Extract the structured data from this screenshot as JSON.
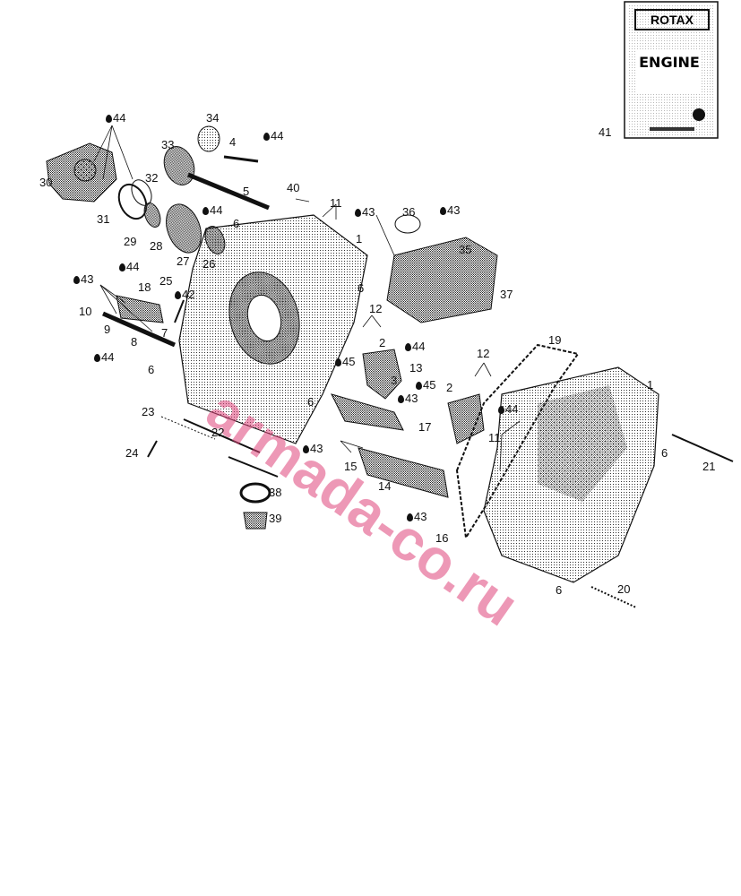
{
  "manual": {
    "brand": "ROTAX",
    "title": "ENGINE"
  },
  "watermark": "armada-co.ru",
  "callouts": [
    {
      "id": "c44a",
      "text": "44",
      "drop": true
    },
    {
      "id": "c34",
      "text": "34",
      "drop": false
    },
    {
      "id": "c33",
      "text": "33",
      "drop": false
    },
    {
      "id": "c4",
      "text": "4",
      "drop": false
    },
    {
      "id": "c44b",
      "text": "44",
      "drop": true
    },
    {
      "id": "c30",
      "text": "30",
      "drop": false
    },
    {
      "id": "c32",
      "text": "32",
      "drop": false
    },
    {
      "id": "c5",
      "text": "5",
      "drop": false
    },
    {
      "id": "c40",
      "text": "40",
      "drop": false
    },
    {
      "id": "c11a",
      "text": "11",
      "drop": false
    },
    {
      "id": "c31",
      "text": "31",
      "drop": false
    },
    {
      "id": "c44c",
      "text": "44",
      "drop": true
    },
    {
      "id": "c6a",
      "text": "6",
      "drop": false
    },
    {
      "id": "c43a",
      "text": "43",
      "drop": true
    },
    {
      "id": "c36",
      "text": "36",
      "drop": false
    },
    {
      "id": "c43b",
      "text": "43",
      "drop": true
    },
    {
      "id": "c29",
      "text": "29",
      "drop": false
    },
    {
      "id": "c28",
      "text": "28",
      "drop": false
    },
    {
      "id": "c1a",
      "text": "1",
      "drop": false
    },
    {
      "id": "c35",
      "text": "35",
      "drop": false
    },
    {
      "id": "c27",
      "text": "27",
      "drop": false
    },
    {
      "id": "c26",
      "text": "26",
      "drop": false
    },
    {
      "id": "c44d",
      "text": "44",
      "drop": true
    },
    {
      "id": "c43c",
      "text": "43",
      "drop": true
    },
    {
      "id": "c25",
      "text": "25",
      "drop": false
    },
    {
      "id": "c18",
      "text": "18",
      "drop": false
    },
    {
      "id": "c42",
      "text": "42",
      "drop": true
    },
    {
      "id": "c6b",
      "text": "6",
      "drop": false
    },
    {
      "id": "c37",
      "text": "37",
      "drop": false
    },
    {
      "id": "c10",
      "text": "10",
      "drop": false
    },
    {
      "id": "c12a",
      "text": "12",
      "drop": false
    },
    {
      "id": "c9",
      "text": "9",
      "drop": false
    },
    {
      "id": "c7",
      "text": "7",
      "drop": false
    },
    {
      "id": "c8",
      "text": "8",
      "drop": false
    },
    {
      "id": "c2a",
      "text": "2",
      "drop": false
    },
    {
      "id": "c44e",
      "text": "44",
      "drop": true
    },
    {
      "id": "c19",
      "text": "19",
      "drop": false
    },
    {
      "id": "c44f",
      "text": "44",
      "drop": true
    },
    {
      "id": "c45a",
      "text": "45",
      "drop": true
    },
    {
      "id": "c6c",
      "text": "6",
      "drop": false
    },
    {
      "id": "c12b",
      "text": "12",
      "drop": false
    },
    {
      "id": "c13",
      "text": "13",
      "drop": false
    },
    {
      "id": "c3",
      "text": "3",
      "drop": false
    },
    {
      "id": "c45b",
      "text": "45",
      "drop": true
    },
    {
      "id": "c2b",
      "text": "2",
      "drop": false
    },
    {
      "id": "c1b",
      "text": "1",
      "drop": false
    },
    {
      "id": "c43d",
      "text": "43",
      "drop": true
    },
    {
      "id": "c44g",
      "text": "44",
      "drop": true
    },
    {
      "id": "c23",
      "text": "23",
      "drop": false
    },
    {
      "id": "c6d",
      "text": "6",
      "drop": false
    },
    {
      "id": "c17",
      "text": "17",
      "drop": false
    },
    {
      "id": "c22",
      "text": "22",
      "drop": false
    },
    {
      "id": "c11b",
      "text": "11",
      "drop": false
    },
    {
      "id": "c43e",
      "text": "43",
      "drop": true
    },
    {
      "id": "c24",
      "text": "24",
      "drop": false
    },
    {
      "id": "c15",
      "text": "15",
      "drop": false
    },
    {
      "id": "c6e",
      "text": "6",
      "drop": false
    },
    {
      "id": "c21",
      "text": "21",
      "drop": false
    },
    {
      "id": "c14",
      "text": "14",
      "drop": false
    },
    {
      "id": "c38",
      "text": "38",
      "drop": false
    },
    {
      "id": "c43f",
      "text": "43",
      "drop": true
    },
    {
      "id": "c39",
      "text": "39",
      "drop": false
    },
    {
      "id": "c16",
      "text": "16",
      "drop": false
    },
    {
      "id": "c6f",
      "text": "6",
      "drop": false
    },
    {
      "id": "c20",
      "text": "20",
      "drop": false
    },
    {
      "id": "c41",
      "text": "41",
      "drop": false
    }
  ]
}
